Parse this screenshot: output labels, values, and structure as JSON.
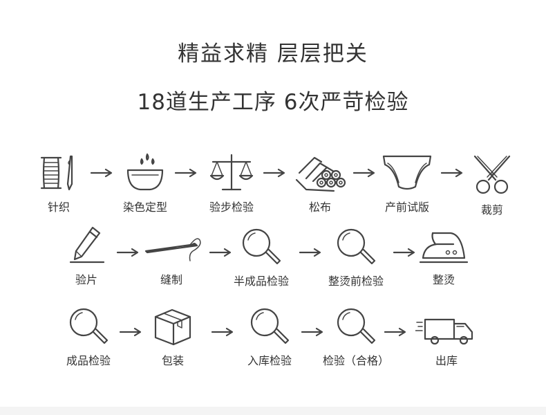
{
  "header": {
    "line1": "精益求精  层层把关",
    "line2": "18道生产工序 6次严苛检验"
  },
  "steps": [
    {
      "label": "针织",
      "icon": "spool-needle-icon"
    },
    {
      "label": "染色定型",
      "icon": "dye-bowl-icon"
    },
    {
      "label": "验步检验",
      "icon": "balance-scale-icon"
    },
    {
      "label": "松布",
      "icon": "fabric-rolls-icon"
    },
    {
      "label": "产前试版",
      "icon": "underwear-icon"
    },
    {
      "label": "裁剪",
      "icon": "scissors-icon"
    },
    {
      "label": "验片",
      "icon": "pencil-icon"
    },
    {
      "label": "缝制",
      "icon": "sewing-needle-icon"
    },
    {
      "label": "半成品检验",
      "icon": "magnifier-icon"
    },
    {
      "label": "整烫前检验",
      "icon": "magnifier-icon"
    },
    {
      "label": "整烫",
      "icon": "iron-icon"
    },
    {
      "label": "成品检验",
      "icon": "magnifier-icon"
    },
    {
      "label": "包装",
      "icon": "box-icon"
    },
    {
      "label": "入库检验",
      "icon": "magnifier-icon"
    },
    {
      "label": "检验（合格）",
      "icon": "magnifier-icon"
    },
    {
      "label": "出库",
      "icon": "delivery-truck-icon"
    }
  ],
  "arrow_icon": "arrow-right-icon",
  "colors": {
    "line": "#444444",
    "text": "#333333",
    "background": "#ffffff"
  }
}
